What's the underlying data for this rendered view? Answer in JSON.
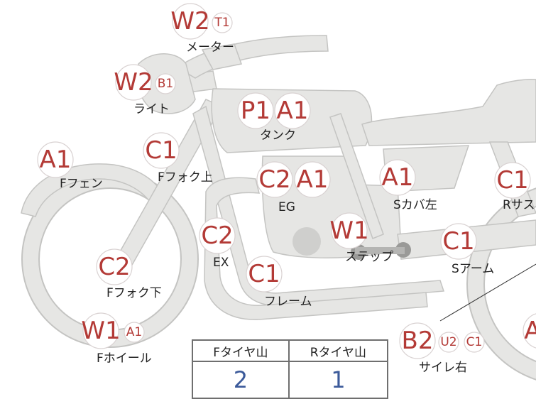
{
  "parts": {
    "meter": {
      "label": "メーター",
      "grades": [
        "W2",
        "T1"
      ]
    },
    "light": {
      "label": "ライト",
      "grades": [
        "W2",
        "B1"
      ]
    },
    "tank": {
      "label": "タンク",
      "grades": [
        "P1",
        "A1"
      ]
    },
    "front_fork_upper": {
      "label": "Fフォク上",
      "grades": [
        "C1"
      ]
    },
    "front_fender": {
      "label": "Fフェン",
      "grades": [
        "A1"
      ]
    },
    "engine": {
      "label": "EG",
      "grades": [
        "C2",
        "A1"
      ]
    },
    "side_cover_left": {
      "label": "Sカバ左",
      "grades": [
        "A1"
      ]
    },
    "rear_suspension": {
      "label": "Rサス",
      "grades": [
        "C1"
      ]
    },
    "exhaust": {
      "label": "EX",
      "grades": [
        "C2"
      ]
    },
    "step": {
      "label": "ステップ",
      "grades": [
        "W1"
      ]
    },
    "swing_arm": {
      "label": "Sアーム",
      "grades": [
        "C1"
      ]
    },
    "front_fork_lower": {
      "label": "Fフォク下",
      "grades": [
        "C2"
      ]
    },
    "frame": {
      "label": "フレーム",
      "grades": [
        "C1"
      ]
    },
    "front_wheel": {
      "label": "Fホイール",
      "grades": [
        "W1",
        "A1"
      ]
    },
    "silencer_right": {
      "label": "サイレ右",
      "grades": [
        "B2",
        "U2",
        "C1"
      ]
    },
    "rear_edge": {
      "grades": [
        "A"
      ]
    }
  },
  "tire_table": {
    "headers": [
      "Fタイヤ山",
      "Rタイヤ山"
    ],
    "values": [
      "2",
      "1"
    ]
  },
  "colors": {
    "grade_text": "#b33a36",
    "table_value": "#3b5a9a",
    "body": "#e6e6e4",
    "outline": "#c9c9c7"
  }
}
